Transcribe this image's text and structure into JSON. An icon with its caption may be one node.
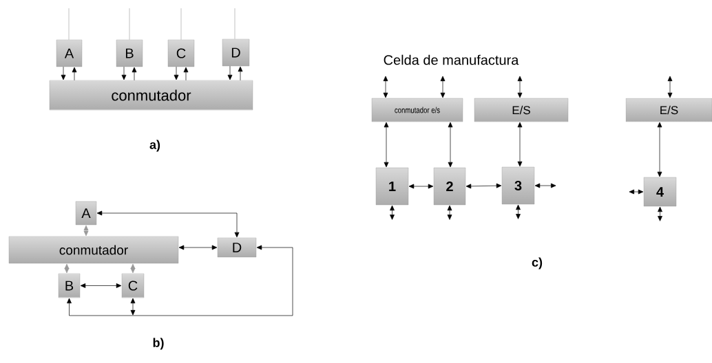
{
  "diagram": {
    "title": "Celda de manufactura",
    "nodes": [
      {
        "text": [
          "A"
        ]
      },
      {
        "text": [
          "B"
        ]
      },
      {
        "text": [
          "C"
        ]
      },
      {
        "text": [
          "D"
        ]
      },
      {
        "text": [
          "conmutador"
        ]
      },
      {
        "text": [
          "A"
        ]
      },
      {
        "text": [
          "conmutador"
        ]
      },
      {
        "text": [
          "D"
        ]
      },
      {
        "text": [
          "B"
        ]
      },
      {
        "text": [
          "C"
        ]
      },
      {
        "text": [
          "conmutador e/s"
        ]
      },
      {
        "text": [
          "E/S"
        ]
      },
      {
        "text": [
          "E/S"
        ]
      },
      {
        "text": [
          "1"
        ]
      },
      {
        "text": [
          "2"
        ]
      },
      {
        "text": [
          "3"
        ]
      },
      {
        "text": [
          "4"
        ]
      }
    ],
    "edges": [
      {
        "from": 0,
        "to": null,
        "arrow": "none",
        "color": "#999999"
      },
      {
        "from": 0,
        "to": 4,
        "arrow": "to"
      },
      {
        "from": 4,
        "to": 0,
        "arrow": "to"
      },
      {
        "from": 1,
        "to": null,
        "arrow": "none",
        "color": "#999999"
      },
      {
        "from": 1,
        "to": 4,
        "arrow": "to"
      },
      {
        "from": 4,
        "to": 1,
        "arrow": "to"
      },
      {
        "from": 2,
        "to": null,
        "arrow": "none",
        "color": "#999999"
      },
      {
        "from": 2,
        "to": 4,
        "arrow": "to"
      },
      {
        "from": 4,
        "to": 2,
        "arrow": "to"
      },
      {
        "from": 3,
        "to": null,
        "arrow": "none",
        "color": "#999999"
      },
      {
        "from": 3,
        "to": 4,
        "arrow": "to"
      },
      {
        "from": 4,
        "to": 3,
        "arrow": "to"
      },
      {
        "from": 5,
        "to": 6,
        "arrow": "both",
        "color": "#999999"
      },
      {
        "from": 5,
        "to": 7,
        "arrow": "both"
      },
      {
        "from": 6,
        "to": 7,
        "arrow": "both"
      },
      {
        "from": 6,
        "to": 8,
        "arrow": "both",
        "color": "#999999"
      },
      {
        "from": 6,
        "to": 9,
        "arrow": "both",
        "color": "#999999"
      },
      {
        "from": 8,
        "to": 9,
        "arrow": "both"
      },
      {
        "from": 8,
        "to": 7,
        "arrow": "both"
      },
      {
        "from": 9,
        "to": null,
        "arrow": "both"
      },
      {
        "from": null,
        "to": 10,
        "arrow": "both"
      },
      {
        "from": null,
        "to": 10,
        "arrow": "both"
      },
      {
        "from": null,
        "to": 11,
        "arrow": "both"
      },
      {
        "from": null,
        "to": 12,
        "arrow": "both"
      },
      {
        "from": 10,
        "to": 13,
        "arrow": "both"
      },
      {
        "from": 10,
        "to": 14,
        "arrow": "both"
      },
      {
        "from": 11,
        "to": 15,
        "arrow": "both"
      },
      {
        "from": 12,
        "to": 16,
        "arrow": "both"
      },
      {
        "from": 13,
        "to": 14,
        "arrow": "both"
      },
      {
        "from": 14,
        "to": 15,
        "arrow": "both"
      },
      {
        "from": 15,
        "to": null,
        "arrow": "both"
      },
      {
        "from": null,
        "to": 16,
        "arrow": "both"
      },
      {
        "from": 13,
        "to": null,
        "arrow": "both"
      },
      {
        "from": 14,
        "to": null,
        "arrow": "both"
      },
      {
        "from": 15,
        "to": null,
        "arrow": "both"
      },
      {
        "from": 16,
        "to": null,
        "arrow": "both"
      }
    ],
    "labels": [
      "a)",
      "b)",
      "c)"
    ]
  }
}
